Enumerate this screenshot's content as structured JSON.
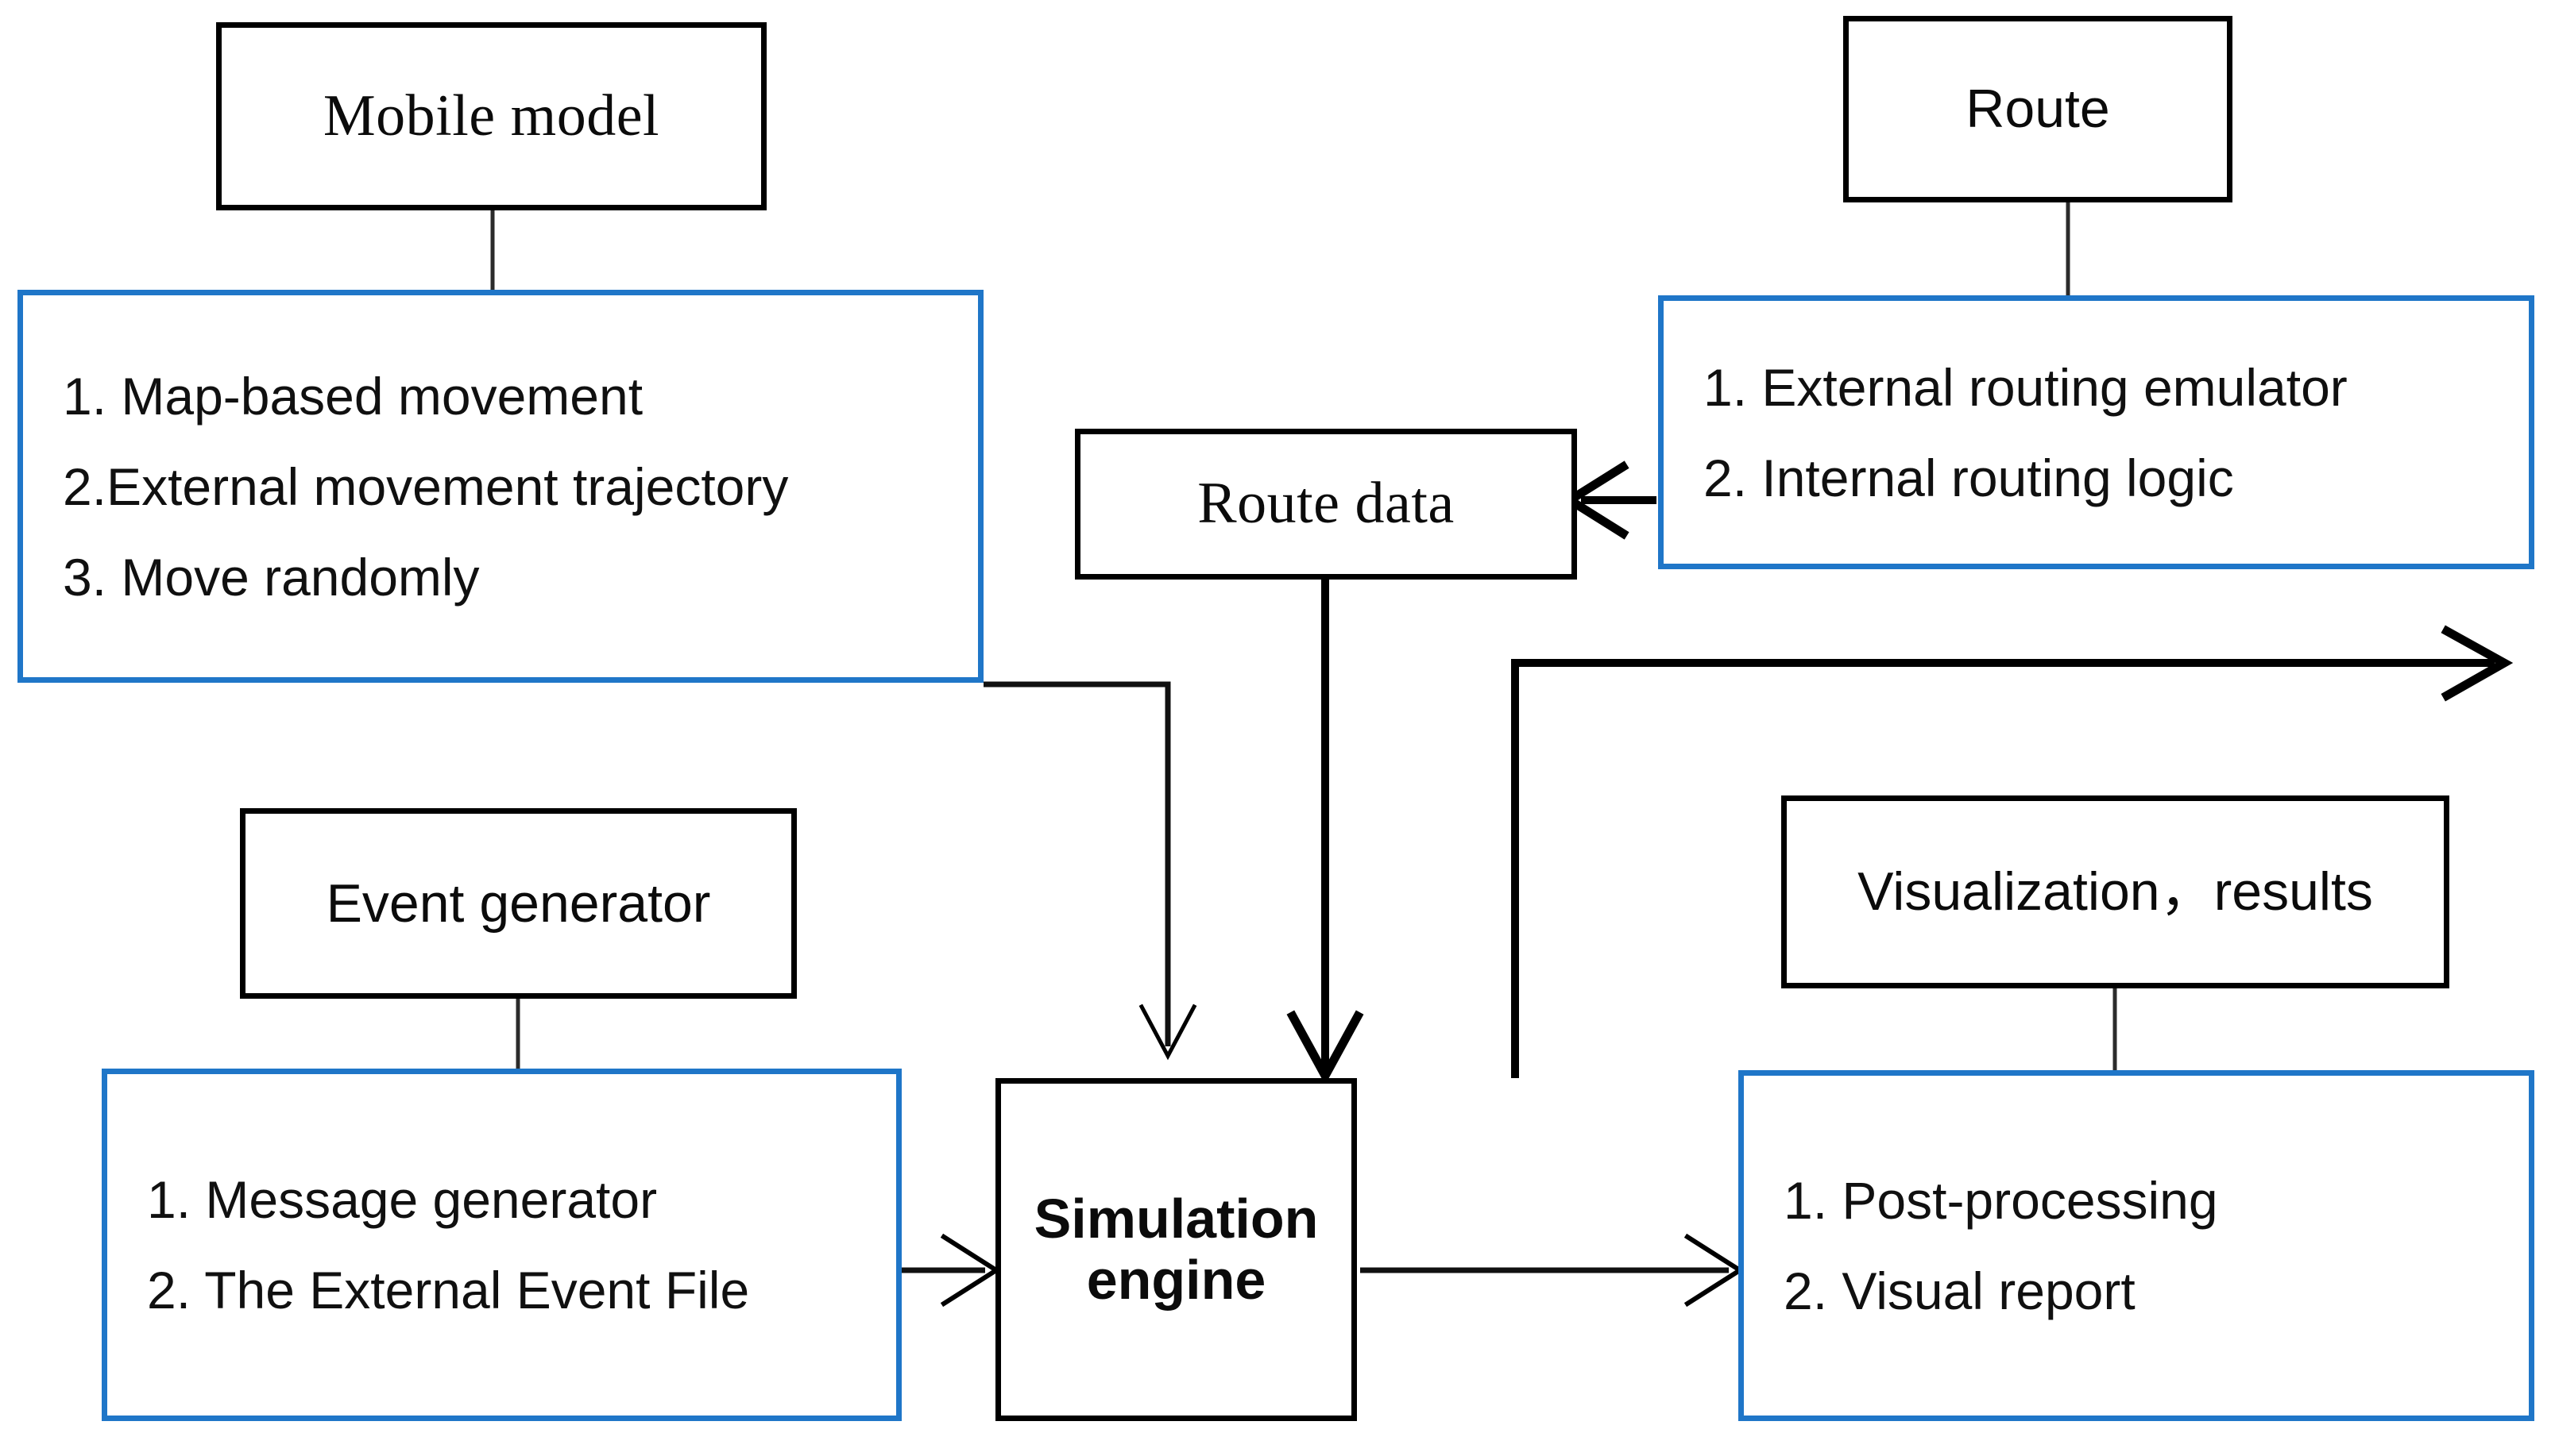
{
  "diagram": {
    "title_nodes": {
      "mobile_model": "Mobile model",
      "route": "Route",
      "route_data": "Route data",
      "event_generator": "Event generator",
      "visualization_results": "Visualization，results",
      "simulation_engine": "Simulation engine"
    },
    "detail_nodes": {
      "mobile_model_details": [
        "1. Map-based movement",
        "2.External movement trajectory",
        "3. Move randomly"
      ],
      "route_details": [
        "1. External routing emulator",
        "2. Internal routing logic"
      ],
      "event_details": [
        "1. Message generator",
        "2. The External Event File"
      ],
      "visualization_details": [
        "1. Post-processing",
        "2. Visual report"
      ]
    },
    "colors": {
      "accent_blue": "#1f76c8",
      "node_border_black": "#000000",
      "text": "#101010",
      "background": "#ffffff"
    }
  }
}
